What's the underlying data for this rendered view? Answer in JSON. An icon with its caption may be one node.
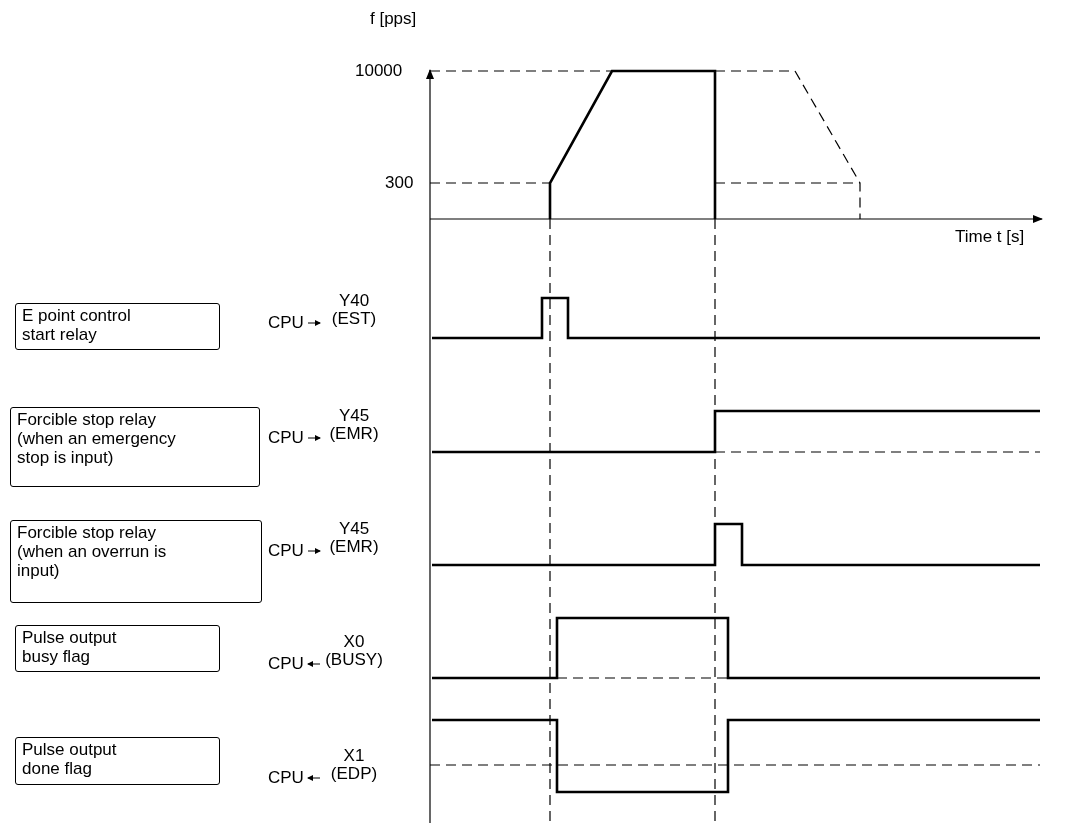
{
  "diagram": {
    "nodes": [
      {
        "text": [
          "E point control start relay"
        ]
      },
      {
        "text": [
          "Forcible stop relay (when an emergency stop is input)"
        ]
      },
      {
        "text": [
          "Forcible stop relay (when an overrun is input)"
        ]
      },
      {
        "text": [
          "Pulse output busy flag"
        ]
      },
      {
        "text": [
          "Pulse output done flag"
        ]
      }
    ],
    "labels": [
      "f [pps]",
      "10000",
      "300",
      "Time t [s]",
      "CPU",
      "Y40 (EST)",
      "CPU",
      "Y45 (EMR)",
      "CPU",
      "Y45 (EMR)",
      "CPU",
      "X0 (BUSY)",
      "CPU",
      "X1 (EDP)"
    ]
  }
}
